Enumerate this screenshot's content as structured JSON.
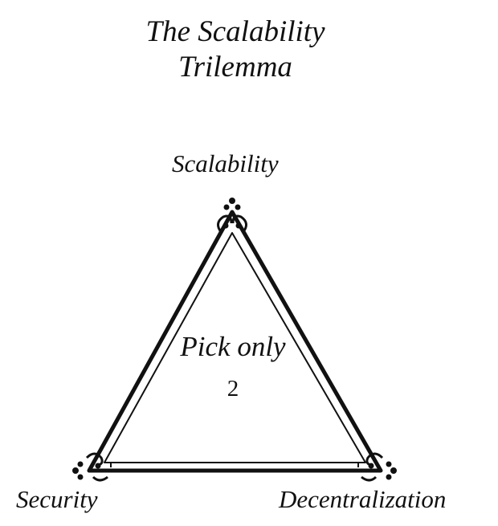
{
  "title": {
    "line1": "The Scalability",
    "line2": "Trilemma"
  },
  "vertices": {
    "top": "Scalability",
    "left": "Security",
    "right": "Decentralization"
  },
  "center": {
    "line1": "Pick only",
    "line2": "2"
  },
  "colors": {
    "ink": "#111111",
    "background": "#ffffff"
  }
}
